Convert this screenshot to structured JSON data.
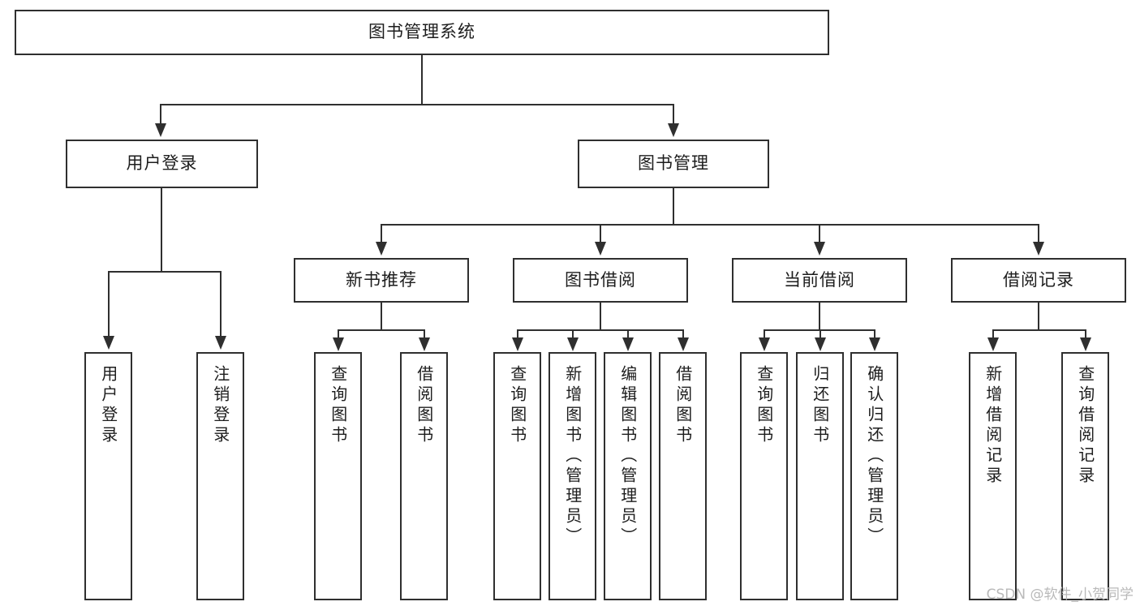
{
  "diagram": {
    "type": "tree",
    "title": "图书管理系统",
    "root": {
      "label": "图书管理系统"
    },
    "level2": [
      {
        "label": "用户登录"
      },
      {
        "label": "图书管理"
      }
    ],
    "level3": [
      {
        "label": "新书推荐"
      },
      {
        "label": "图书借阅"
      },
      {
        "label": "当前借阅"
      },
      {
        "label": "借阅记录"
      }
    ],
    "leaves": {
      "user_login": [
        {
          "label": "用户登录"
        },
        {
          "label": "注销登录"
        }
      ],
      "new_book_recommend": [
        {
          "label": "查询图书"
        },
        {
          "label": "借阅图书"
        }
      ],
      "book_borrow": [
        {
          "label": "查询图书"
        },
        {
          "label": "新增图书（管理员）"
        },
        {
          "label": "编辑图书（管理员）"
        },
        {
          "label": "借阅图书"
        }
      ],
      "current_borrow": [
        {
          "label": "查询图书"
        },
        {
          "label": "归还图书"
        },
        {
          "label": "确认归还（管理员）"
        }
      ],
      "borrow_record": [
        {
          "label": "新增借阅记录"
        },
        {
          "label": "查询借阅记录"
        }
      ]
    }
  },
  "watermark": {
    "text": "CSDN @软件_小贺同学"
  },
  "colors": {
    "stroke": "#2f2f2f",
    "background": "#ffffff",
    "text": "#1d1d1d",
    "watermark": "#b9b9b9"
  }
}
